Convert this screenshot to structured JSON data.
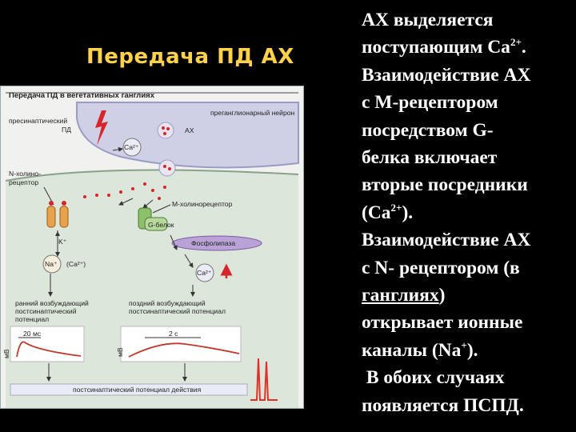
{
  "slide": {
    "title": "Передача ПД АХ"
  },
  "figure": {
    "title": "Передача ПД в вегетативных ганглиях",
    "presynaptic_label_1": "пресинаптический",
    "presynaptic_label_2": "ПД",
    "preganglionic_label": "преганглионарный нейрон",
    "ach_label": "АХ",
    "ca_label": "Ca²⁺",
    "n_receptor_label_1": "N-холино-",
    "n_receptor_label_2": "рецептор",
    "m_receptor_label": "М-холинорецептор",
    "g_protein_label": "G-белок",
    "phospholipase_label": "Фосфолипаза",
    "k_label": "K⁺",
    "na_label": "Na⁺",
    "na_ca_label": "(Ca²⁺)",
    "ca_inner_label": "Ca²⁺",
    "early_epsp_label_1": "ранний возбуждающий",
    "early_epsp_label_2": "постсинаптический",
    "early_epsp_label_3": "потенциал",
    "late_epsp_label_1": "поздний возбуждающий",
    "late_epsp_label_2": "постсинаптический потенциал",
    "time_20ms": "20 мс",
    "time_2s": "2 с",
    "mv_label": "мВ",
    "ap_label": "постсинаптический потенциал действия"
  },
  "text": {
    "l1": "АХ выделяется",
    "l2a": "поступающим Ca",
    "l2sup": "2+",
    "l2b": ".",
    "l3": "Взаимодействие АХ",
    "l4": "с М-рецептором",
    "l5": "посредством G-",
    "l6": "белка включает",
    "l7": "вторые посредники",
    "l8a": "(Ca",
    "l8sup": "2+",
    "l8b": ").",
    "l9": "Взаимодействие АХ",
    "l10": "с N- рецептором (в",
    "l11": "ганглиях",
    "l11b": ")",
    "l12": "открывает ионные",
    "l13a": "каналы (Na",
    "l13sup": "+",
    "l13b": ").",
    "l14": " В обоих случаях",
    "l15": "появляется ПСПД."
  },
  "colors": {
    "slide_bg": "#000000",
    "title": "#ffd24a",
    "body_text": "#ffffff",
    "neuron": "#cfd0e6",
    "postsynaptic": "#d9e3d6",
    "receptor": "#e8a24b",
    "g_protein": "#8dc06a",
    "phospholipase": "#b9a3d6",
    "trace": "#c0392b"
  }
}
